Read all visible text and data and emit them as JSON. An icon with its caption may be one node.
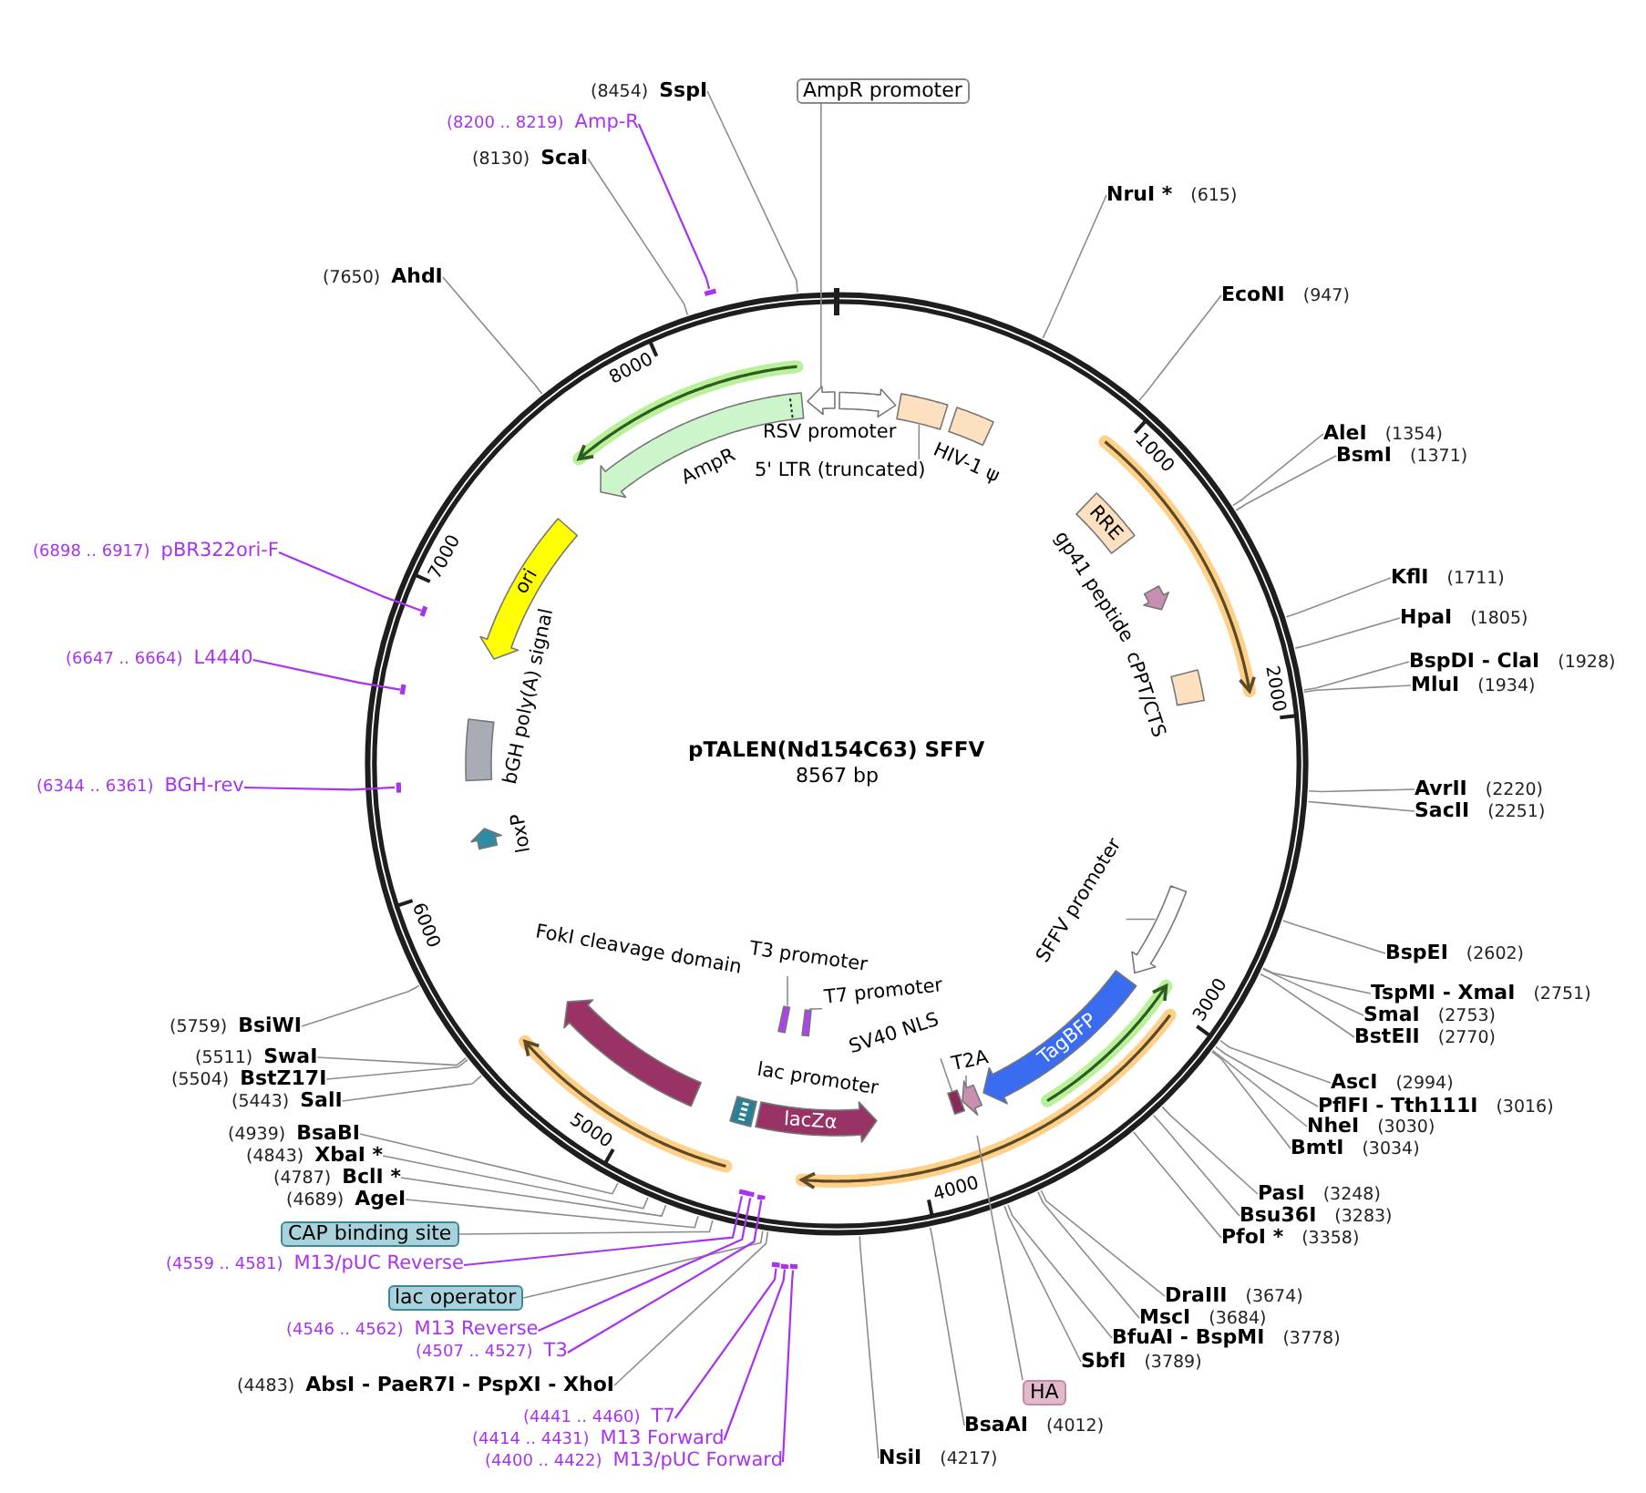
{
  "diagram": {
    "title": "pTALEN(Nd154C63) SFFV",
    "nodes": [
      {
        "text": [
          "(8454)",
          "SspI"
        ]
      },
      {
        "text": [
          "AmpR promoter"
        ]
      },
      {
        "text": [
          "(8200 .. 8219)",
          "Amp-R"
        ]
      },
      {
        "text": [
          "(8130)",
          "ScaI"
        ]
      },
      {
        "text": [
          "NruI *",
          "(615)"
        ]
      },
      {
        "text": [
          "(7650)",
          "AhdI"
        ]
      },
      {
        "text": [
          "EcoNI",
          "(947)"
        ]
      },
      {
        "text": [
          "AleI",
          "(1354)"
        ]
      },
      {
        "text": [
          "BsmI",
          "(1371)"
        ]
      },
      {
        "text": [
          "(6898 .. 6917)",
          "pBR322ori-F"
        ]
      },
      {
        "text": [
          "KflI",
          "(1711)"
        ]
      },
      {
        "text": [
          "HpaI",
          "(1805)"
        ]
      },
      {
        "text": [
          "(6647 .. 6664)",
          "L4440"
        ]
      },
      {
        "text": [
          "BspDI - ClaI",
          "(1928)"
        ]
      },
      {
        "text": [
          "MluI",
          "(1934)"
        ]
      },
      {
        "text": [
          "(6344 .. 6361)",
          "BGH-rev"
        ]
      },
      {
        "text": [
          "AvrII",
          "(2220)"
        ]
      },
      {
        "text": [
          "SacII",
          "(2251)"
        ]
      },
      {
        "text": [
          "BspEI",
          "(2602)"
        ]
      },
      {
        "text": [
          "TspMI - XmaI",
          "(2751)"
        ]
      },
      {
        "text": [
          "SmaI",
          "(2753)"
        ]
      },
      {
        "text": [
          "(5759)",
          "BsiWI"
        ]
      },
      {
        "text": [
          "BstEII",
          "(2770)"
        ]
      },
      {
        "text": [
          "(5511)",
          "SwaI"
        ]
      },
      {
        "text": [
          "(5504)",
          "BstZ17I"
        ]
      },
      {
        "text": [
          "AscI",
          "(2994)"
        ]
      },
      {
        "text": [
          "(5443)",
          "SalI"
        ]
      },
      {
        "text": [
          "PflFI - Tth111I",
          "(3016)"
        ]
      },
      {
        "text": [
          "NheI",
          "(3030)"
        ]
      },
      {
        "text": [
          "(4939)",
          "BsaBI"
        ]
      },
      {
        "text": [
          "BmtI",
          "(3034)"
        ]
      },
      {
        "text": [
          "(4843)",
          "XbaI *"
        ]
      },
      {
        "text": [
          "(4787)",
          "BclI *"
        ]
      },
      {
        "text": [
          "PasI",
          "(3248)"
        ]
      },
      {
        "text": [
          "(4689)",
          "AgeI"
        ]
      },
      {
        "text": [
          "Bsu36I",
          "(3283)"
        ]
      },
      {
        "text": [
          "CAP binding site"
        ]
      },
      {
        "text": [
          "PfoI *",
          "(3358)"
        ]
      },
      {
        "text": [
          "(4559 .. 4581)",
          "M13/pUC Reverse"
        ]
      },
      {
        "text": [
          "lac operator"
        ]
      },
      {
        "text": [
          "DraIII",
          "(3674)"
        ]
      },
      {
        "text": [
          "MscI",
          "(3684)"
        ]
      },
      {
        "text": [
          "(4546 .. 4562)",
          "M13 Reverse"
        ]
      },
      {
        "text": [
          "BfuAI - BspMI",
          "(3778)"
        ]
      },
      {
        "text": [
          "(4507 .. 4527)",
          "T3"
        ]
      },
      {
        "text": [
          "SbfI",
          "(3789)"
        ]
      },
      {
        "text": [
          "(4483)",
          "AbsI - PaeR7I - PspXI - XhoI"
        ]
      },
      {
        "text": [
          "HA"
        ]
      },
      {
        "text": [
          "(4441 .. 4460)",
          "T7"
        ]
      },
      {
        "text": [
          "BsaAI",
          "(4012)"
        ]
      },
      {
        "text": [
          "(4414 .. 4431)",
          "M13 Forward"
        ]
      },
      {
        "text": [
          "NsiI",
          "(4217)"
        ]
      },
      {
        "text": [
          "(4400 .. 4422)",
          "M13/pUC Forward"
        ]
      },
      {
        "text": [],
        "shape": "bar"
      },
      {
        "text": [],
        "shape": "bar"
      },
      {
        "text": [],
        "shape": "bar"
      },
      {
        "text": [],
        "shape": "bar"
      },
      {
        "text": [],
        "shape": "bar"
      },
      {
        "text": [],
        "shape": "bar"
      },
      {
        "text": [],
        "shape": "bar"
      },
      {
        "text": [],
        "shape": "bar"
      },
      {
        "text": [],
        "shape": "bar"
      },
      {
        "text": [],
        "shape": "bar"
      },
      {
        "text": [],
        "shape": "arrow"
      },
      {
        "text": [
          "RSV promoter"
        ]
      },
      {
        "text": [
          "5' LTR (truncated)"
        ]
      },
      {
        "text": [],
        "shape": "box"
      },
      {
        "text": [
          "HIV-1 ψ"
        ]
      },
      {
        "text": [
          "RRE"
        ]
      },
      {
        "text": [
          "gp41 peptide"
        ]
      },
      {
        "text": [
          "cPPT/CTS"
        ]
      },
      {
        "text": [
          "SFFV promoter"
        ]
      },
      {
        "text": [],
        "shape": "arrow"
      },
      {
        "text": [
          "TagBFP"
        ]
      },
      {
        "text": [
          "SV40 NLS"
        ]
      },
      {
        "text": [
          "T2A"
        ]
      },
      {
        "text": [],
        "shape": "arrow"
      },
      {
        "text": [],
        "shape": "box"
      },
      {
        "text": [
          "lacZα"
        ]
      },
      {
        "text": [
          "T3 promoter"
        ]
      },
      {
        "text": [
          "T7 promoter"
        ]
      },
      {
        "text": [],
        "shape": "bar"
      },
      {
        "text": [],
        "shape": "bar"
      },
      {
        "text": [
          "lac promoter"
        ]
      },
      {
        "text": [
          "FokI cleavage domain"
        ]
      },
      {
        "text": [
          "loxP"
        ]
      },
      {
        "text": [
          "bGH poly(A) signal"
        ]
      },
      {
        "text": [
          "ori"
        ]
      },
      {
        "text": [
          "AmpR"
        ]
      }
    ],
    "edges": [
      {
        "from": 0,
        "to": null,
        "arrow": "none"
      },
      {
        "from": 1,
        "to": 63,
        "arrow": "none"
      },
      {
        "from": 2,
        "to": 53,
        "arrow": "none",
        "color": "#a833ee"
      },
      {
        "from": 3,
        "to": null,
        "arrow": "none"
      },
      {
        "from": 4,
        "to": null,
        "arrow": "none"
      },
      {
        "from": 5,
        "to": null,
        "arrow": "none"
      },
      {
        "from": 6,
        "to": null,
        "arrow": "none"
      },
      {
        "from": 7,
        "to": null,
        "arrow": "none"
      },
      {
        "from": 8,
        "to": null,
        "arrow": "none"
      },
      {
        "from": 9,
        "to": 54,
        "arrow": "none",
        "color": "#a833ee"
      },
      {
        "from": 10,
        "to": null,
        "arrow": "none"
      },
      {
        "from": 11,
        "to": null,
        "arrow": "none"
      },
      {
        "from": 12,
        "to": 55,
        "arrow": "none",
        "color": "#a833ee"
      },
      {
        "from": 13,
        "to": null,
        "arrow": "none"
      },
      {
        "from": 14,
        "to": null,
        "arrow": "none"
      },
      {
        "from": 15,
        "to": 56,
        "arrow": "none",
        "color": "#a833ee"
      },
      {
        "from": 16,
        "to": null,
        "arrow": "none"
      },
      {
        "from": 17,
        "to": null,
        "arrow": "none"
      },
      {
        "from": 18,
        "to": null,
        "arrow": "none"
      },
      {
        "from": 19,
        "to": null,
        "arrow": "none"
      },
      {
        "from": 20,
        "to": null,
        "arrow": "none"
      },
      {
        "from": 21,
        "to": null,
        "arrow": "none"
      },
      {
        "from": 22,
        "to": null,
        "arrow": "none"
      },
      {
        "from": 23,
        "to": null,
        "arrow": "none"
      },
      {
        "from": 24,
        "to": null,
        "arrow": "none"
      },
      {
        "from": 25,
        "to": null,
        "arrow": "none"
      },
      {
        "from": 26,
        "to": null,
        "arrow": "none"
      },
      {
        "from": 27,
        "to": null,
        "arrow": "none"
      },
      {
        "from": 28,
        "to": null,
        "arrow": "none"
      },
      {
        "from": 29,
        "to": null,
        "arrow": "none"
      },
      {
        "from": 30,
        "to": null,
        "arrow": "none"
      },
      {
        "from": 31,
        "to": null,
        "arrow": "none"
      },
      {
        "from": 32,
        "to": null,
        "arrow": "none"
      },
      {
        "from": 33,
        "to": null,
        "arrow": "none"
      },
      {
        "from": 34,
        "to": null,
        "arrow": "none"
      },
      {
        "from": 35,
        "to": null,
        "arrow": "none"
      },
      {
        "from": 36,
        "to": null,
        "arrow": "none"
      },
      {
        "from": 37,
        "to": null,
        "arrow": "none"
      },
      {
        "from": 38,
        "to": 57,
        "arrow": "none",
        "color": "#a833ee"
      },
      {
        "from": 39,
        "to": null,
        "arrow": "none"
      },
      {
        "from": 40,
        "to": null,
        "arrow": "none"
      },
      {
        "from": 41,
        "to": null,
        "arrow": "none"
      },
      {
        "from": 42,
        "to": 58,
        "arrow": "none",
        "color": "#a833ee"
      },
      {
        "from": 43,
        "to": null,
        "arrow": "none"
      },
      {
        "from": 44,
        "to": 59,
        "arrow": "none",
        "color": "#a833ee"
      },
      {
        "from": 45,
        "to": null,
        "arrow": "none"
      },
      {
        "from": 46,
        "to": null,
        "arrow": "none"
      },
      {
        "from": 47,
        "to": null,
        "arrow": "none"
      },
      {
        "from": 48,
        "to": 60,
        "arrow": "none",
        "color": "#a833ee"
      },
      {
        "from": 49,
        "to": null,
        "arrow": "none"
      },
      {
        "from": 50,
        "to": 61,
        "arrow": "none",
        "color": "#a833ee"
      },
      {
        "from": 51,
        "to": null,
        "arrow": "none"
      },
      {
        "from": 52,
        "to": 62,
        "arrow": "none",
        "color": "#a833ee"
      },
      {
        "from": 65,
        "to": 66,
        "arrow": "none"
      },
      {
        "from": 71,
        "to": 72,
        "arrow": "none"
      },
      {
        "from": 74,
        "to": 77,
        "arrow": "none"
      },
      {
        "from": 75,
        "to": 76,
        "arrow": "none"
      },
      {
        "from": 79,
        "to": 81,
        "arrow": "none"
      },
      {
        "from": 80,
        "to": 82,
        "arrow": "none"
      }
    ],
    "labels": [
      "8000",
      "1000",
      "7000",
      "2000",
      "8567 bp",
      "6000",
      "3000",
      "5000",
      "4000"
    ]
  }
}
